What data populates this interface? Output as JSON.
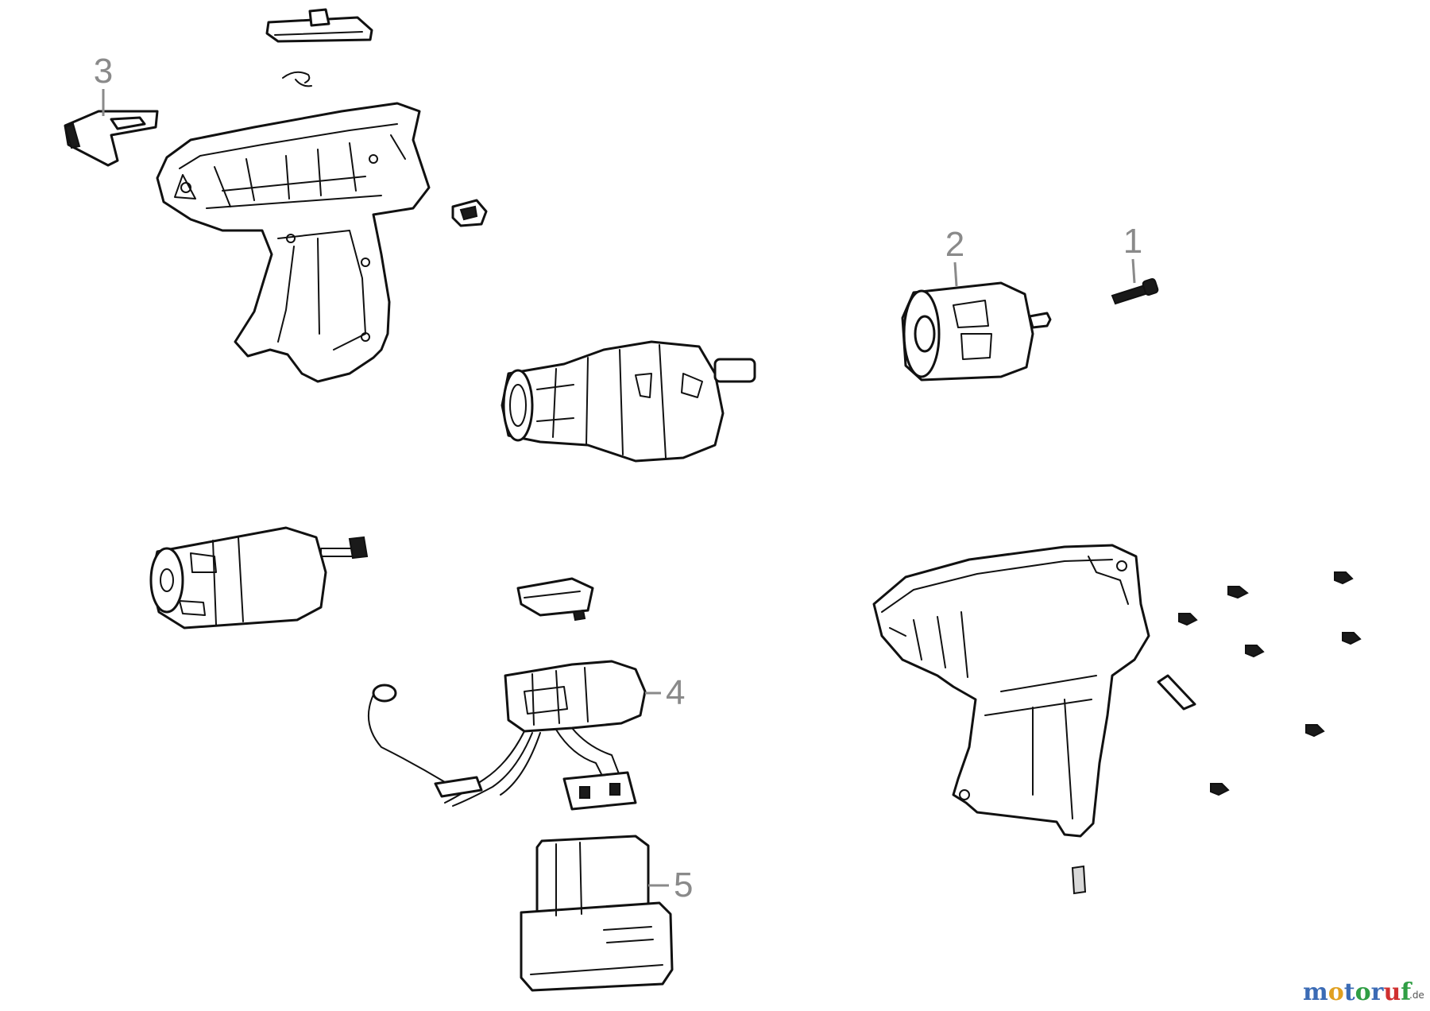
{
  "callouts": [
    {
      "id": "1",
      "label": "1"
    },
    {
      "id": "2",
      "label": "2"
    },
    {
      "id": "3",
      "label": "3"
    },
    {
      "id": "4",
      "label": "4"
    },
    {
      "id": "5",
      "label": "5"
    }
  ],
  "watermark": {
    "parts": [
      "m",
      "o",
      "t",
      "o",
      "r",
      "u",
      "f"
    ],
    "colors": [
      "#3b6bb5",
      "#e0a020",
      "#3b6bb5",
      "#2f9e44",
      "#3b6bb5",
      "#d03030",
      "#2f9e44"
    ],
    "suffix": ".de"
  }
}
